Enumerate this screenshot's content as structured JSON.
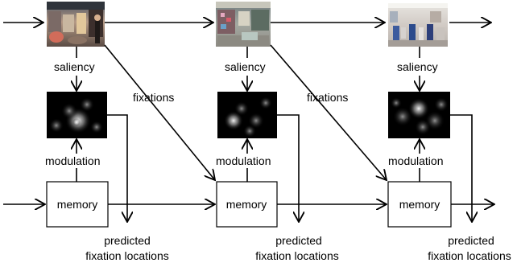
{
  "stages": [
    {
      "saliency_label": "saliency",
      "modulation_label": "modulation",
      "memory_label": "memory",
      "output_label_line1": "predicted",
      "output_label_line2": "fixation locations",
      "fixations_label": "fixations"
    },
    {
      "saliency_label": "saliency",
      "modulation_label": "modulation",
      "memory_label": "memory",
      "output_label_line1": "predicted",
      "output_label_line2": "fixation locations",
      "fixations_label": "fixations"
    },
    {
      "saliency_label": "saliency",
      "modulation_label": "modulation",
      "memory_label": "memory",
      "output_label_line1": "predicted",
      "output_label_line2": "fixation locations"
    }
  ]
}
